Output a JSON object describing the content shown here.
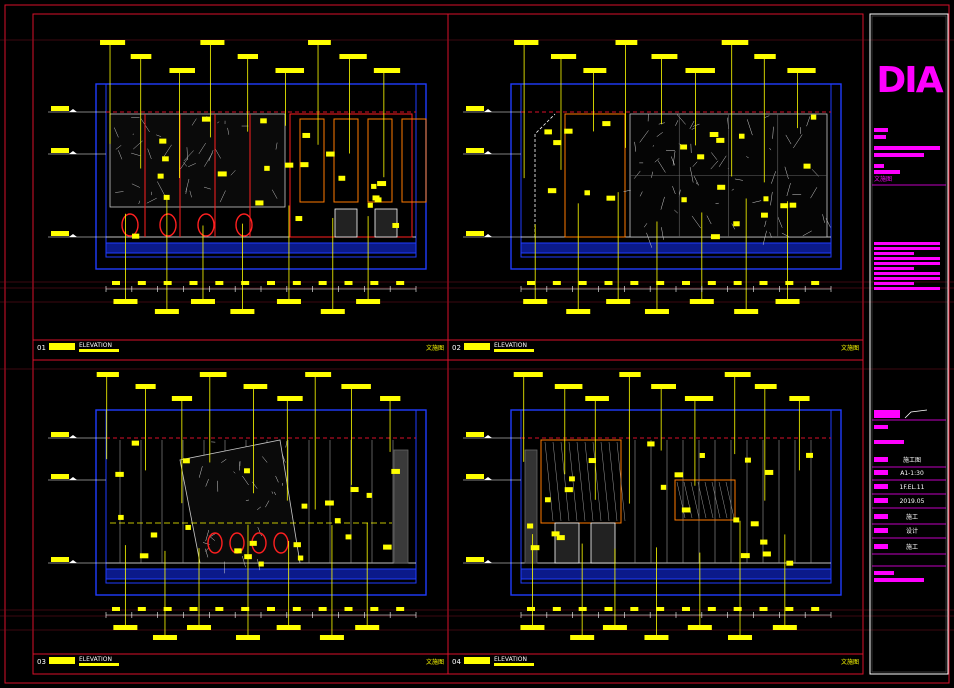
{
  "sheet": {
    "colors": {
      "frame": "#d8102a",
      "wall": "#1f3cff",
      "dim": "#ffff00",
      "accent": "#ff00ff",
      "white": "#ffffff",
      "tile": "#c8c8c8",
      "fixture": "#ff2020"
    }
  },
  "panels": [
    {
      "id": "01",
      "number": "01",
      "title": "ELEVATION",
      "note": "文施图"
    },
    {
      "id": "02",
      "number": "02",
      "title": "ELEVATION",
      "note": "文施图"
    },
    {
      "id": "03",
      "number": "03",
      "title": "ELEVATION",
      "note": "文施图"
    },
    {
      "id": "04",
      "number": "04",
      "title": "ELEVATION",
      "note": "文施图"
    }
  ],
  "title_block": {
    "logo": "DIA",
    "project_label": "文施图",
    "stage": "施工图",
    "scale": "A1-1:30",
    "drawing_no": "1F.EL.11",
    "date": "2019.05",
    "signatures": [
      "施工",
      "设计",
      "施工"
    ]
  }
}
